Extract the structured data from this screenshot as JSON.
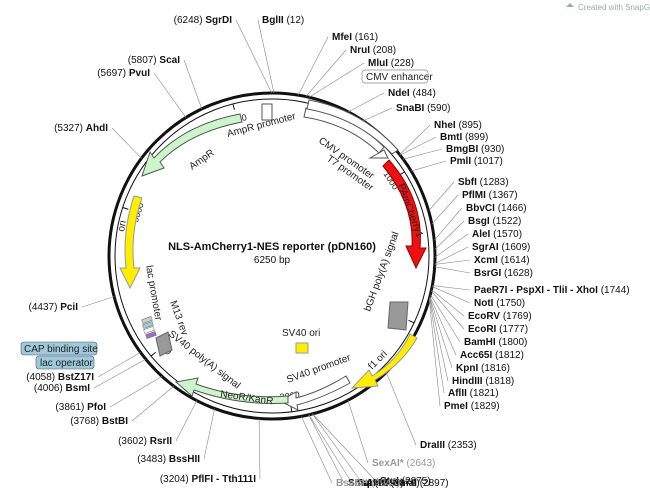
{
  "watermark": "Created with SnapGene®",
  "plasmid": {
    "name": "NLS-AmCherry1-NES reporter (pDN160)",
    "length_label": "6250 bp",
    "length": 6250,
    "backbone_color": "#111111"
  },
  "ticks": [
    {
      "pos": 1000,
      "label": "1000"
    },
    {
      "pos": 2000,
      "label": "2000"
    },
    {
      "pos": 3000,
      "label": "3000"
    },
    {
      "pos": 4000,
      "label": "4000"
    },
    {
      "pos": 5000,
      "label": "5000"
    },
    {
      "pos": 6000,
      "label": "6000"
    }
  ],
  "sites": [
    {
      "id": "sgrdi",
      "name": "SgrDI",
      "pos": "(6248)",
      "side": "left",
      "grey": false
    },
    {
      "id": "bglii",
      "name": "BglII",
      "pos": "(12)",
      "side": "right",
      "grey": false
    },
    {
      "id": "mfei",
      "name": "MfeI",
      "pos": "(161)",
      "side": "right",
      "grey": false
    },
    {
      "id": "nrui",
      "name": "NruI",
      "pos": "(208)",
      "side": "right",
      "grey": false
    },
    {
      "id": "mlui",
      "name": "MluI",
      "pos": "(228)",
      "side": "right",
      "grey": false
    },
    {
      "id": "ndei",
      "name": "NdeI",
      "pos": "(484)",
      "side": "right",
      "grey": false
    },
    {
      "id": "snabi",
      "name": "SnaBI",
      "pos": "(590)",
      "side": "right",
      "grey": false
    },
    {
      "id": "nhei",
      "name": "NheI",
      "pos": "(895)",
      "side": "right",
      "grey": false
    },
    {
      "id": "bmti",
      "name": "BmtI",
      "pos": "(899)",
      "side": "right",
      "grey": false
    },
    {
      "id": "bmgbi",
      "name": "BmgBI",
      "pos": "(930)",
      "side": "right",
      "grey": false
    },
    {
      "id": "pmli",
      "name": "PmlI",
      "pos": "(1017)",
      "side": "right",
      "grey": false
    },
    {
      "id": "sbfi",
      "name": "SbfI",
      "pos": "(1283)",
      "side": "right",
      "grey": false
    },
    {
      "id": "pflmi",
      "name": "PflMI",
      "pos": "(1367)",
      "side": "right",
      "grey": false
    },
    {
      "id": "bbvci",
      "name": "BbvCI",
      "pos": "(1466)",
      "side": "right",
      "grey": false
    },
    {
      "id": "bsgi",
      "name": "BsgI",
      "pos": "(1522)",
      "side": "right",
      "grey": false
    },
    {
      "id": "alei",
      "name": "AleI",
      "pos": "(1570)",
      "side": "right",
      "grey": false
    },
    {
      "id": "sgrai",
      "name": "SgrAI",
      "pos": "(1609)",
      "side": "right",
      "grey": false
    },
    {
      "id": "xcmi",
      "name": "XcmI",
      "pos": "(1614)",
      "side": "right",
      "grey": false
    },
    {
      "id": "bsrgi",
      "name": "BsrGI",
      "pos": "(1628)",
      "side": "right",
      "grey": false
    },
    {
      "id": "paer7i",
      "name": "PaeR7I - PspXI - TliI - XhoI",
      "pos": "(1744)",
      "side": "right",
      "grey": false
    },
    {
      "id": "noti",
      "name": "NotI",
      "pos": "(1750)",
      "side": "right",
      "grey": false
    },
    {
      "id": "ecorv",
      "name": "EcoRV",
      "pos": "(1769)",
      "side": "right",
      "grey": false
    },
    {
      "id": "ecori",
      "name": "EcoRI",
      "pos": "(1777)",
      "side": "right",
      "grey": false
    },
    {
      "id": "bamhi",
      "name": "BamHI",
      "pos": "(1800)",
      "side": "right",
      "grey": false
    },
    {
      "id": "acc65i",
      "name": "Acc65I",
      "pos": "(1812)",
      "side": "right",
      "grey": false
    },
    {
      "id": "kpni",
      "name": "KpnI",
      "pos": "(1816)",
      "side": "right",
      "grey": false
    },
    {
      "id": "hindiii",
      "name": "HindIII",
      "pos": "(1818)",
      "side": "right",
      "grey": false
    },
    {
      "id": "aflii",
      "name": "AflII",
      "pos": "(1821)",
      "side": "right",
      "grey": false
    },
    {
      "id": "pmei",
      "name": "PmeI",
      "pos": "(1829)",
      "side": "right",
      "grey": false
    },
    {
      "id": "draiii",
      "name": "DraIII",
      "pos": "(2353)",
      "side": "right",
      "grey": false
    },
    {
      "id": "sexai",
      "name": "SexAI*",
      "pos": "(2643)",
      "side": "right",
      "grey": true
    },
    {
      "id": "stui",
      "name": "StuI",
      "pos": "(2875)",
      "side": "right",
      "grey": false
    },
    {
      "id": "avrii",
      "name": "AvrII",
      "pos": "(2876)",
      "side": "right",
      "grey": false
    },
    {
      "id": "tspmi",
      "name": "TspMI - XmaI",
      "pos": "(2897)",
      "side": "right",
      "grey": false
    },
    {
      "id": "smai",
      "name": "SmaI",
      "pos": "(2899)",
      "side": "right",
      "grey": false
    },
    {
      "id": "bsabi",
      "name": "BsaBI*",
      "pos": "(2945)",
      "side": "right",
      "grey": true
    },
    {
      "id": "pfifi",
      "name": "PflFI - Tth111I",
      "pos": "(3204)",
      "side": "left",
      "grey": false
    },
    {
      "id": "bsshii",
      "name": "BssHII",
      "pos": "(3483)",
      "side": "left",
      "grey": false
    },
    {
      "id": "rsrii",
      "name": "RsrII",
      "pos": "(3602)",
      "side": "left",
      "grey": false
    },
    {
      "id": "bstbi",
      "name": "BstBI",
      "pos": "(3768)",
      "side": "left",
      "grey": false
    },
    {
      "id": "pfoi",
      "name": "PfoI",
      "pos": "(3861)",
      "side": "left",
      "grey": false
    },
    {
      "id": "bsmi",
      "name": "BsmI",
      "pos": "(4006)",
      "side": "left",
      "grey": false
    },
    {
      "id": "bstz17i",
      "name": "BstZ17I",
      "pos": "(4058)",
      "side": "left",
      "grey": false
    },
    {
      "id": "pcii",
      "name": "PciI",
      "pos": "(4437)",
      "side": "left",
      "grey": false
    },
    {
      "id": "ahdi",
      "name": "AhdI",
      "pos": "(5327)",
      "side": "left",
      "grey": false
    },
    {
      "id": "pvui",
      "name": "PvuI",
      "pos": "(5697)",
      "side": "left",
      "grey": false
    },
    {
      "id": "scai",
      "name": "ScaI",
      "pos": "(5807)",
      "side": "left",
      "grey": false
    }
  ],
  "features": {
    "cmv_enhancer": "CMV enhancer",
    "cmv_promoter": "CMV promoter",
    "t7_promoter": "T7 promoter",
    "pamcherry1": "PAmCherry1",
    "bgh_polya": "bGH poly(A) signal",
    "f1_ori": "f1 ori",
    "sv40_promoter": "SV40 promoter",
    "neor_kanr": "NeoR/KanR",
    "sv40_polya": "SV40 poly(A) signal",
    "sv40_ori": "SV40 ori",
    "m13_rev": "M13 rev",
    "lac_promoter": "lac promoter",
    "cap_binding_site": "CAP binding site",
    "lac_operator": "lac operator",
    "ori": "ori",
    "ampr": "AmpR",
    "ampr_promoter": "AmpR promoter"
  },
  "colors": {
    "promoter_fill": "#ffffff",
    "amcherry_fill": "#ee1111",
    "ori_fill": "#ffee00",
    "resistance_fill": "#ccf5cc",
    "polya_fill": "#999999",
    "misc_fill": "#9ec9d9"
  }
}
